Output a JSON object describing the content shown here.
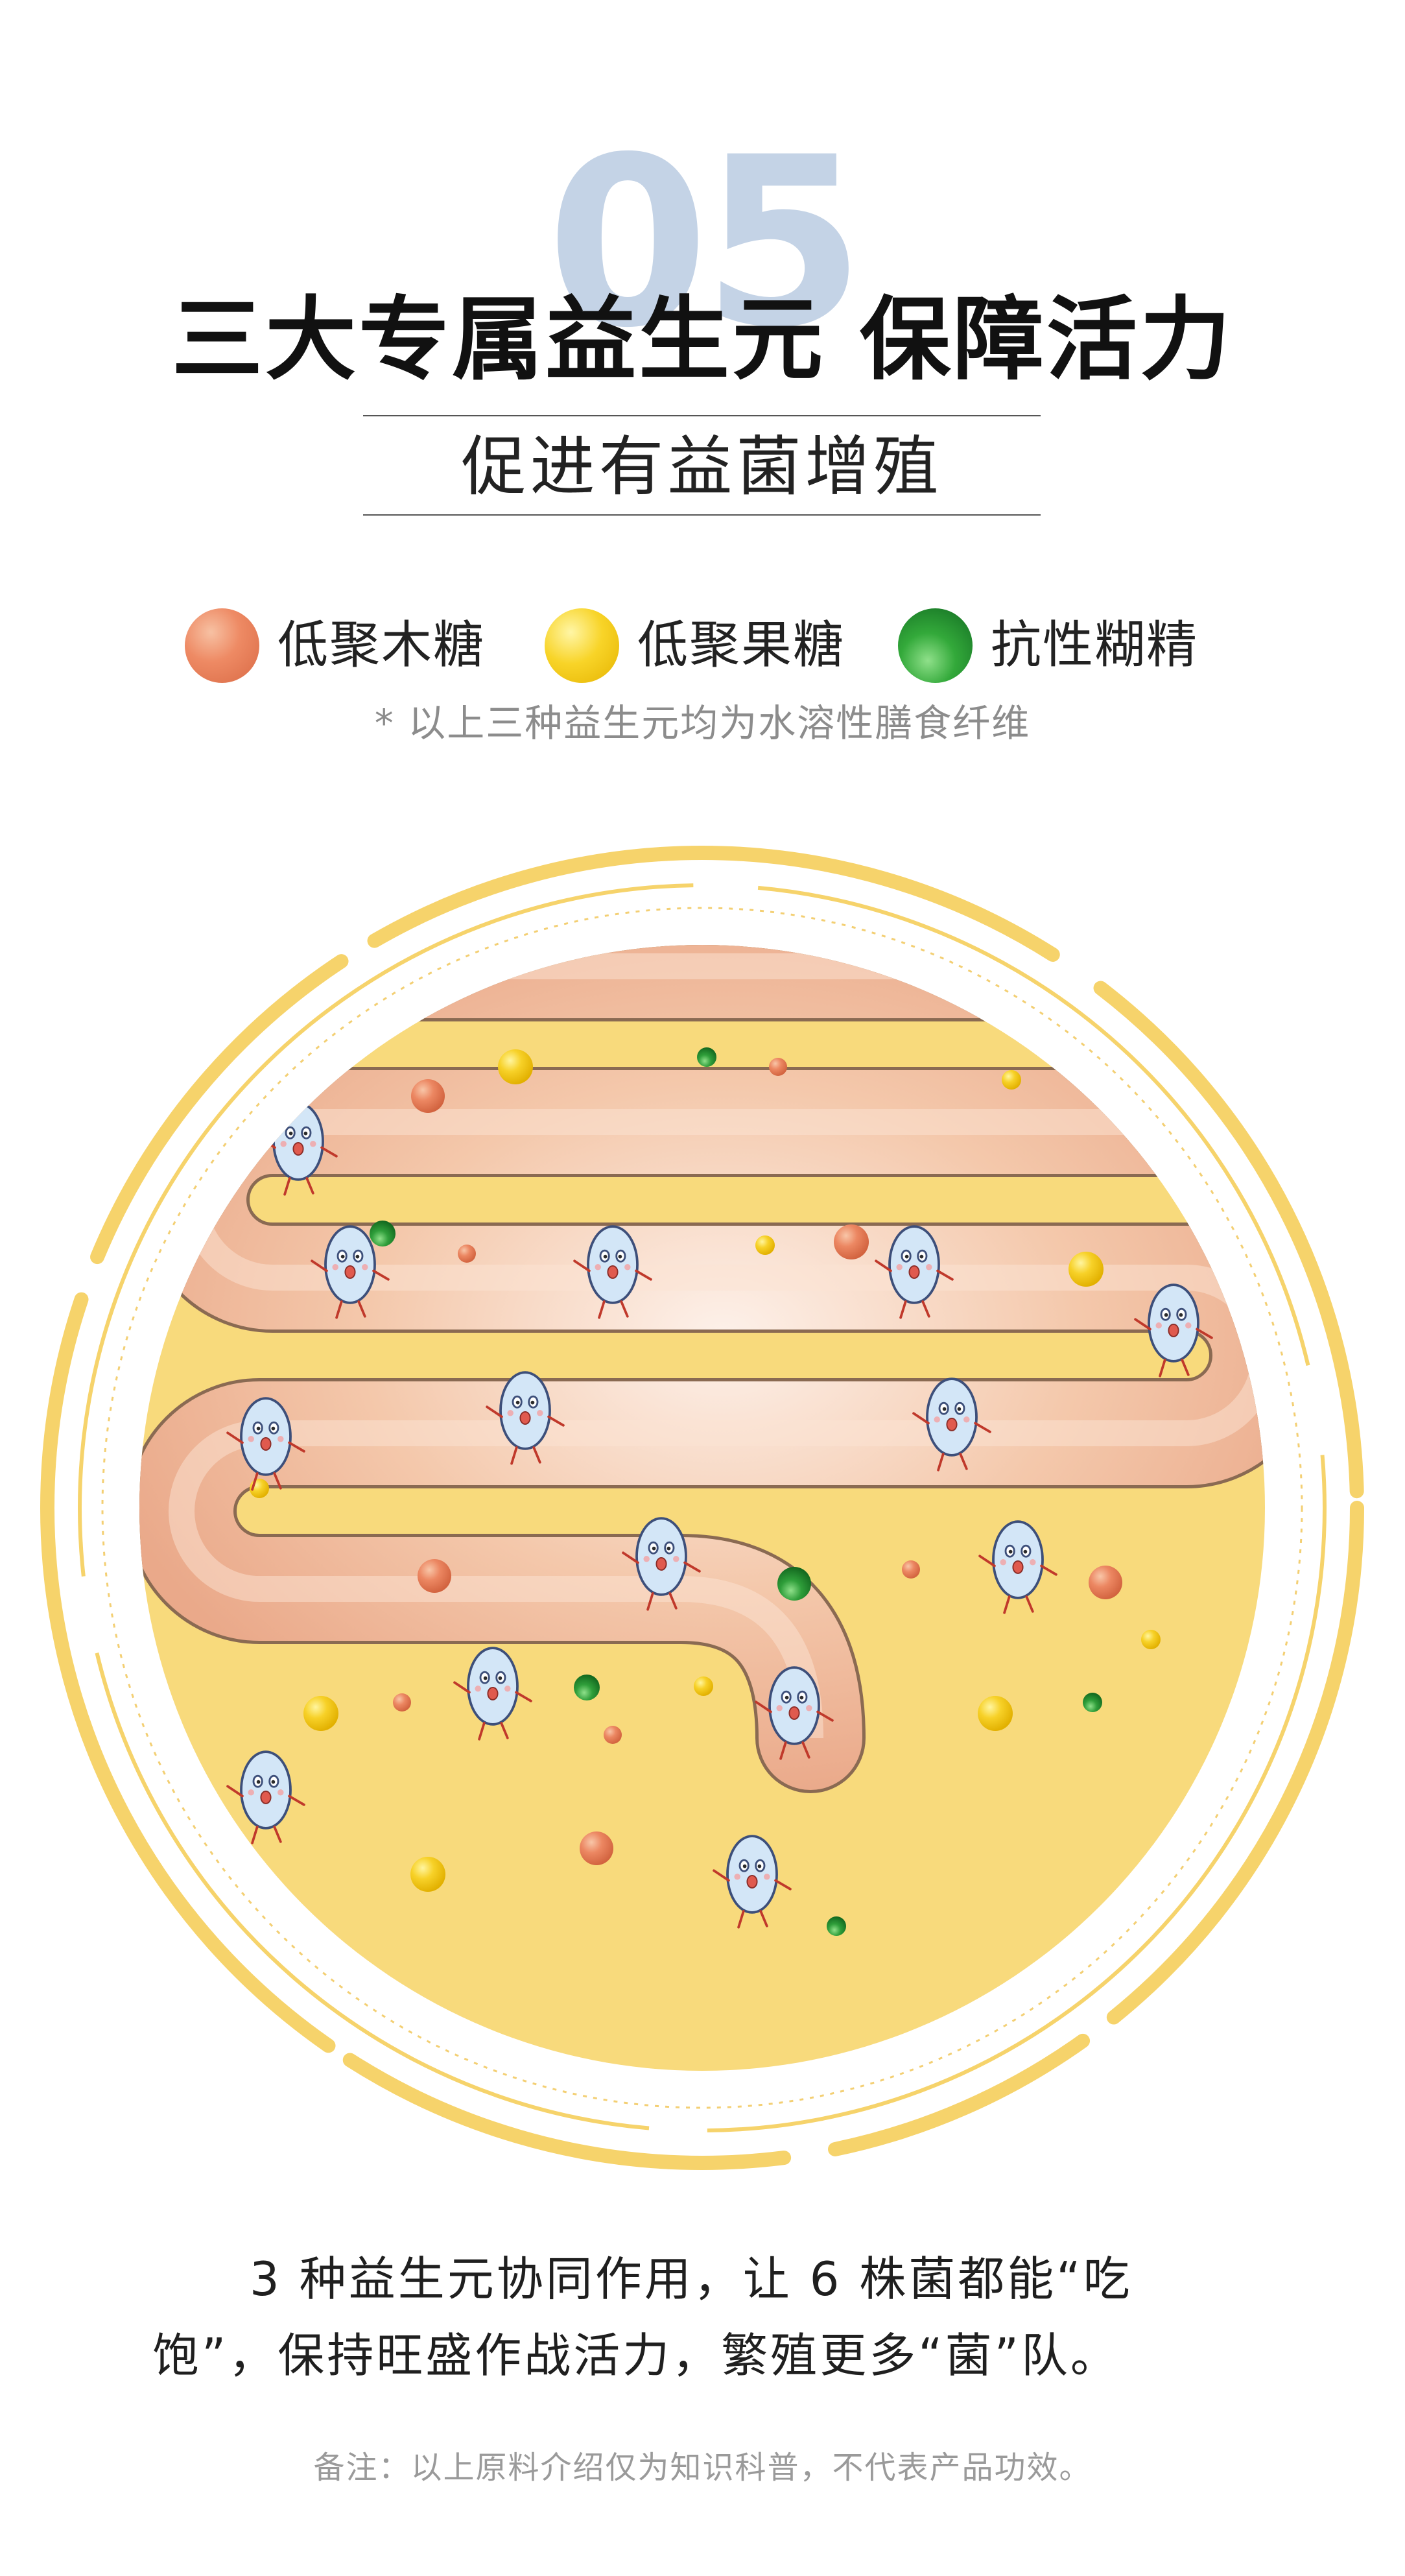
{
  "header": {
    "section_number": "05",
    "title": "三大专属益生元 保障活力",
    "subtitle": "促进有益菌增殖"
  },
  "legend": {
    "items": [
      {
        "label": "低聚木糖",
        "color": "#ee8a64",
        "icon": "orange-ball-icon"
      },
      {
        "label": "低聚果糖",
        "color": "#f8d428",
        "icon": "yellow-ball-icon"
      },
      {
        "label": "抗性糊精",
        "color": "#2f9e3a",
        "icon": "green-ball-icon"
      }
    ],
    "footnote": "* 以上三种益生元均为水溶性膳食纤维"
  },
  "illustration": {
    "icon": "intestine-with-probiotics-icon",
    "colors": {
      "circle": "#f8da7c",
      "ring": "#f6d36b",
      "intestine": "#f3c9a6",
      "bacteria": "#cfe3f5"
    }
  },
  "body": {
    "description": "3 种益生元协同作用，让 6 株菌都能“吃饱”，保持旺盛作战活力，繁殖更多“菌”队。",
    "disclaimer": "备注：以上原料介绍仅为知识科普，不代表产品功效。"
  }
}
